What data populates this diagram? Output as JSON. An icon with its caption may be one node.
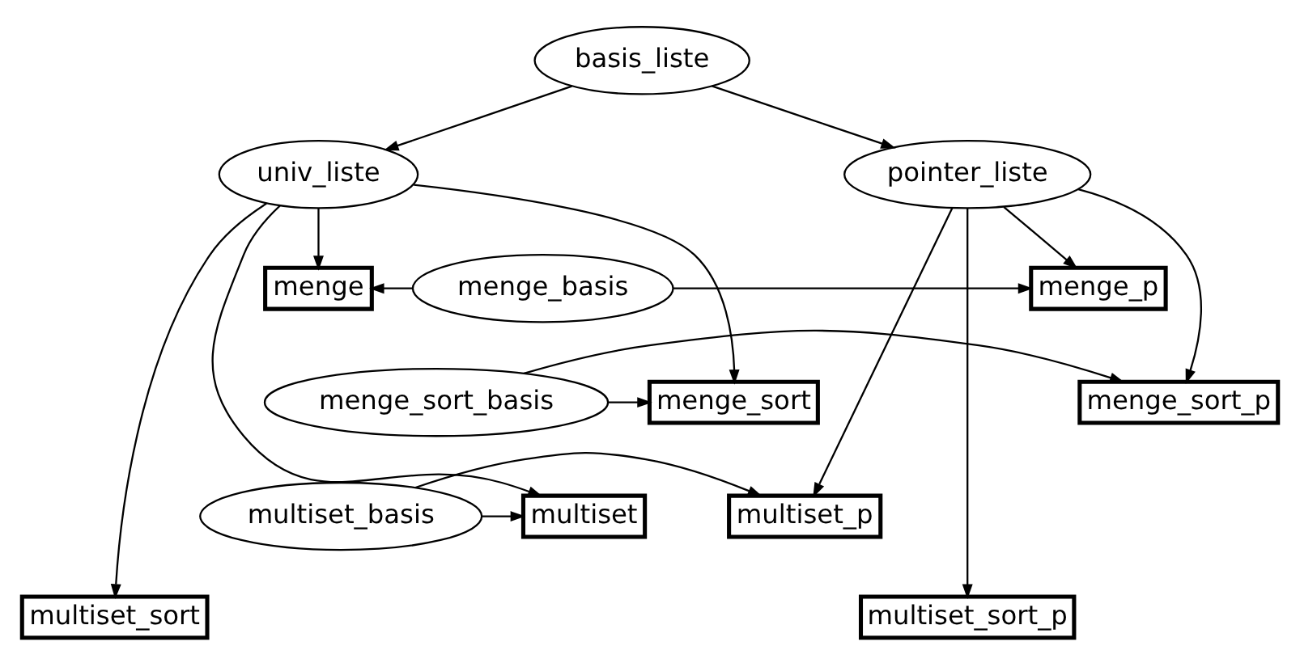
{
  "diagram": {
    "nodes": [
      {
        "text": [
          "basis_liste"
        ]
      },
      {
        "text": [
          "univ_liste"
        ]
      },
      {
        "text": [
          "pointer_liste"
        ]
      },
      {
        "text": [
          "menge"
        ]
      },
      {
        "text": [
          "menge_basis"
        ]
      },
      {
        "text": [
          "menge_p"
        ]
      },
      {
        "text": [
          "menge_sort"
        ]
      },
      {
        "text": [
          "menge_sort_basis"
        ]
      },
      {
        "text": [
          "menge_sort_p"
        ]
      },
      {
        "text": [
          "multiset"
        ]
      },
      {
        "text": [
          "multiset_basis"
        ]
      },
      {
        "text": [
          "multiset_p"
        ]
      },
      {
        "text": [
          "multiset_sort"
        ]
      },
      {
        "text": [
          "multiset_sort_p"
        ]
      }
    ],
    "edges": [
      {
        "from": 0,
        "to": 1,
        "arrow": "to"
      },
      {
        "from": 0,
        "to": 2,
        "arrow": "to"
      },
      {
        "from": 1,
        "to": 3,
        "arrow": "to"
      },
      {
        "from": 1,
        "to": 6,
        "arrow": "to"
      },
      {
        "from": 1,
        "to": 9,
        "arrow": "to"
      },
      {
        "from": 1,
        "to": 12,
        "arrow": "to"
      },
      {
        "from": 2,
        "to": 5,
        "arrow": "to"
      },
      {
        "from": 2,
        "to": 8,
        "arrow": "to"
      },
      {
        "from": 2,
        "to": 11,
        "arrow": "to"
      },
      {
        "from": 2,
        "to": 13,
        "arrow": "to"
      },
      {
        "from": 4,
        "to": 3,
        "arrow": "to"
      },
      {
        "from": 4,
        "to": 5,
        "arrow": "to"
      },
      {
        "from": 7,
        "to": 6,
        "arrow": "to"
      },
      {
        "from": 7,
        "to": 8,
        "arrow": "to"
      },
      {
        "from": 10,
        "to": 9,
        "arrow": "to"
      },
      {
        "from": 10,
        "to": 11,
        "arrow": "to"
      }
    ]
  }
}
